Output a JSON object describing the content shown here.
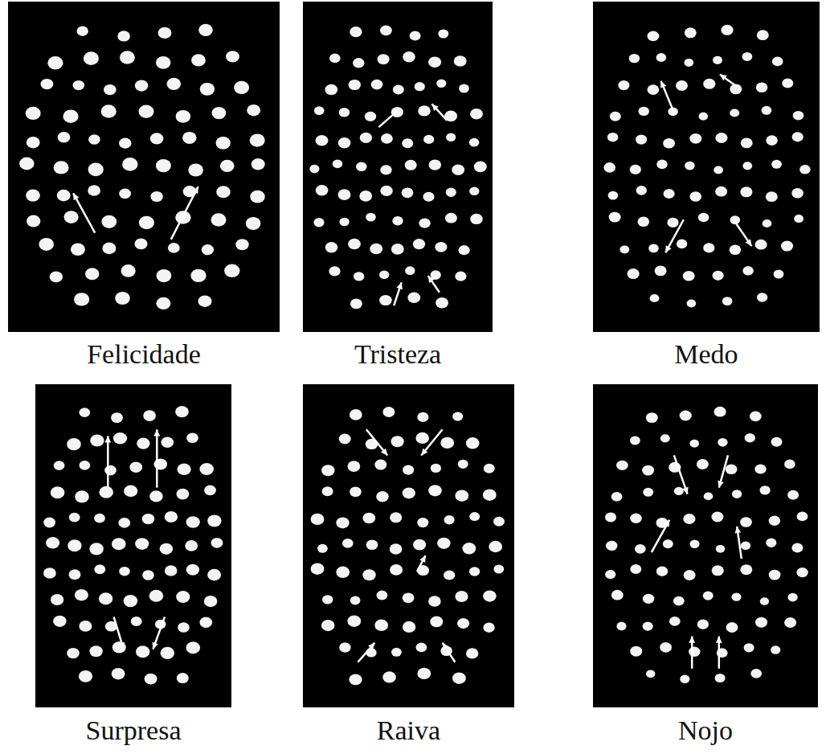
{
  "diagram": {
    "labels": [
      "Felicidade",
      "Tristeza",
      "Medo",
      "Surpresa",
      "Raiva",
      "Nojo"
    ]
  }
}
